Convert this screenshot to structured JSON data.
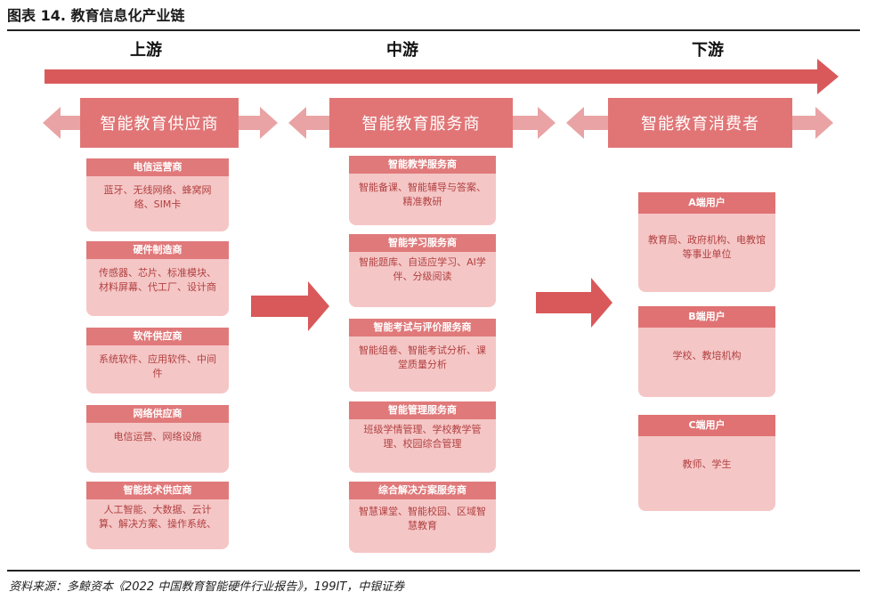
{
  "title": "图表 14. 教育信息化产业链",
  "source": "资料来源：多鲸资本《2022 中国教育智能硬件行业报告》，199IT，中银证券",
  "colors": {
    "arrow": "#d9595b",
    "box": "#e17576",
    "card_body": "#f5c6c6",
    "card_text": "#b14040"
  },
  "stages": {
    "upstream": "上游",
    "midstream": "中游",
    "downstream": "下游"
  },
  "columns": {
    "supplier": "智能教育供应商",
    "service": "智能教育服务商",
    "consumer": "智能教育消费者"
  },
  "supplier_cards": [
    {
      "title": "电信运营商",
      "body": "蓝牙、无线网络、蜂窝网络、SIM卡"
    },
    {
      "title": "硬件制造商",
      "body": "传感器、芯片、标准模块、材料屏幕、代工厂、设计商"
    },
    {
      "title": "软件供应商",
      "body": "系统软件、应用软件、中间件"
    },
    {
      "title": "网络供应商",
      "body": "电信运营、网络设施"
    },
    {
      "title": "智能技术供应商",
      "body": "人工智能、大数据、云计算、解决方案、操作系统、"
    }
  ],
  "service_cards": [
    {
      "title": "智能教学服务商",
      "body": "智能备课、智能辅导与答案、精准教研"
    },
    {
      "title": "智能学习服务商",
      "body": "智能题库、自适应学习、AI学伴、分级阅读"
    },
    {
      "title": "智能考试与评价服务商",
      "body": "智能组卷、智能考试分析、课堂质量分析"
    },
    {
      "title": "智能管理服务商",
      "body": "班级学情管理、学校教学管理、校园综合管理"
    },
    {
      "title": "综合解决方案服务商",
      "body": "智慧课堂、智能校园、区域智慧教育"
    }
  ],
  "consumer_cards": [
    {
      "title": "A端用户",
      "body": "教育局、政府机构、电教馆等事业单位"
    },
    {
      "title": "B端用户",
      "body": "学校、教培机构"
    },
    {
      "title": "C端用户",
      "body": "教师、学生"
    }
  ]
}
